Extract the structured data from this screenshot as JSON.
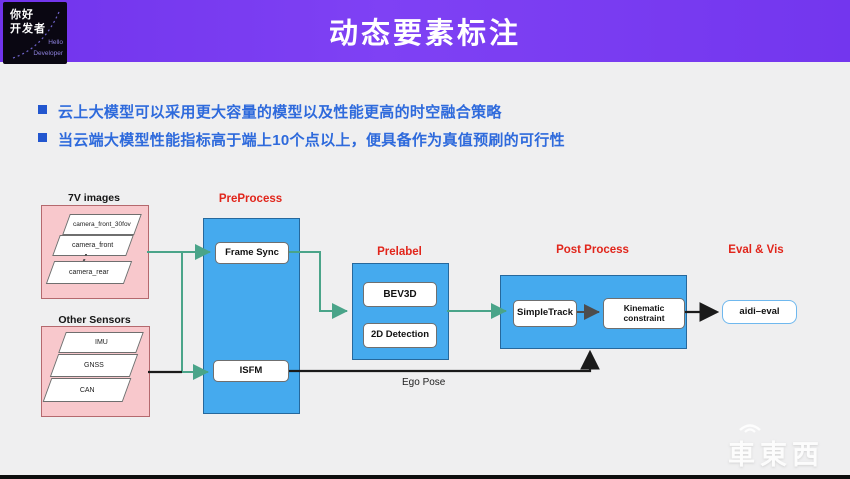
{
  "header": {
    "title": "动态要素标注",
    "logo": {
      "cn_line1": "你好",
      "cn_line2": "开发者",
      "en_line1": "Hello",
      "en_line2": "Developer"
    }
  },
  "bullets": [
    "云上大模型可以采用更大容量的模型以及性能更高的时空融合策略",
    "当云端大模型性能指标高于端上10个点以上，便具备作为真值预刷的可行性"
  ],
  "diagram": {
    "images_group": {
      "title": "7V images",
      "items": [
        "camera_front_30fov",
        "camera_front",
        "camera_rear"
      ]
    },
    "sensors_group": {
      "title": "Other Sensors",
      "items": [
        "IMU",
        "GNSS",
        "CAN"
      ]
    },
    "preprocess": {
      "label": "PreProcess",
      "frame_sync": "Frame Sync",
      "isfm": "ISFM"
    },
    "prelabel": {
      "label": "Prelabel",
      "bev3d": "BEV3D",
      "detection_2d": "2D Detection"
    },
    "postprocess": {
      "label": "Post Process",
      "simpletrack": "SimpleTrack",
      "kinematic": "Kinematic constraint"
    },
    "eval": {
      "label": "Eval & Vis",
      "node": "aidi–eval"
    },
    "ego_pose": "Ego Pose"
  },
  "watermark": "車東西",
  "colors": {
    "header_purple": "#7b3cf2",
    "label_red": "#e1251b",
    "process_blue": "#45aaee",
    "source_pink": "#f8c8cc",
    "flow_green": "#4aa489",
    "bullet_blue": "#2e6adc"
  }
}
